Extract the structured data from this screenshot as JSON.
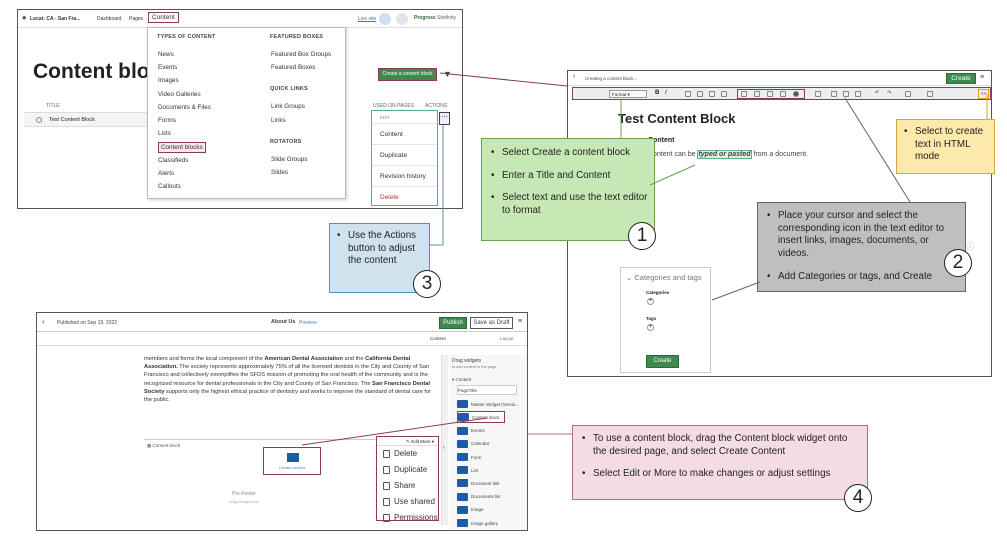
{
  "panel1": {
    "nav": {
      "location": "Locat: CA - San Fra...",
      "dashboard": "Dashboard",
      "pages": "Pages",
      "content": "Content",
      "live_site": "Live site",
      "brand": "Progress",
      "brand_suffix": "Sitefinity"
    },
    "page_title": "Content block",
    "menu_types_header": "TYPES OF CONTENT",
    "menu_types": [
      "News",
      "Events",
      "Images",
      "Video Galleries",
      "Documents & Files",
      "Forms",
      "Lists",
      "Content blocks",
      "Classifieds",
      "Alerts",
      "Callouts"
    ],
    "menu_featured_header": "FEATURED BOXES",
    "menu_featured": [
      "Featured Box Groups",
      "Featured Boxes"
    ],
    "menu_quick_header": "QUICK LINKS",
    "menu_quick": [
      "Link Groups",
      "Links"
    ],
    "menu_rotators_header": "ROTATORS",
    "menu_rotators": [
      "Slide Groups",
      "Slides"
    ],
    "create_button": "Create a content block",
    "col_title": "TITLE",
    "col_used": "USED ON PAGES",
    "col_actions": "ACTIONS",
    "row_title": "Test Content Block",
    "actions_edit": "EDIT",
    "actions": [
      "Content",
      "Duplicate",
      "Revision history",
      "Delete"
    ]
  },
  "panel2": {
    "breadcrumb": "Creating a content block...",
    "create_label": "Create",
    "format_label": "Format",
    "doc_title": "Test Content Block",
    "content_label": "Content",
    "content_text_before": "Content can be ",
    "content_text_highlight": "typed or pasted",
    "content_text_after": " from a document.",
    "cat_header": "Categories and tags",
    "categories_label": "Categories",
    "tags_label": "Tags",
    "create_button": "Create"
  },
  "panel4": {
    "published": "Published on Sep 19, 2022",
    "page_name": "About Us",
    "preview": "Preview",
    "publish": "Publish",
    "save_draft": "Save as Draft",
    "tab_content": "Content",
    "tab_layout": "Layout",
    "para_1a": "members and forms the local component of the ",
    "para_1b": "American Dental Association",
    "para_1c": " and the ",
    "para_1d": "California Dental Association.",
    "para_2": " The society represents approximately 75% of all the licensed dentists in the City and County of San Francisco and collectively exemplifies the SFDS mission of promoting the oral health of the community and is the recognized resource for dental professionals in the City and County of San Francisco. The ",
    "para_3": "San Francisco Dental Society",
    "para_4": " supports only the highest ethical practice of dentistry and works to improve the standard of dental care for the public.",
    "widget_label": "Content block",
    "create_content": "Create content",
    "prefooter": "Pre-Footer",
    "drag_here": "Drag widget here",
    "edit_label": "Edit",
    "more_label": "More",
    "more_items": [
      "Delete",
      "Duplicate",
      "Share",
      "Use shared",
      "Permissions"
    ],
    "drag_widgets": "Drag widgets",
    "drag_widgets_sub": "to add content to the page",
    "content_group": "Content",
    "widgets": [
      "PageTitle",
      "Master Widget (Versio...",
      "Content block",
      "Events",
      "Calendar",
      "Form",
      "List",
      "Document link",
      "Documents list",
      "Image",
      "Image gallery"
    ]
  },
  "callouts": {
    "c1": [
      "Select Create a content block",
      "Enter a Title and Content",
      "Select text and use the text editor to format"
    ],
    "c2": [
      "Place your cursor and select the corresponding icon in the text editor to insert links, images, documents, or videos.",
      "Add Categories or tags, and Create"
    ],
    "c3": "Use the Actions button to adjust the content",
    "c4": [
      "To use a content block, drag the Content block widget onto the desired page, and select Create Content",
      "Select Edit or More to make changes or adjust settings"
    ],
    "c5": "Select to create text in HTML mode",
    "n1": "1",
    "n2": "2",
    "n3": "3",
    "n4": "4"
  },
  "colors": {
    "green_callout": "#c6e8b5",
    "gray_callout": "#bfbfbf",
    "blue_callout": "#cfe2ee",
    "yellow_callout": "#fde9a9",
    "pink_callout": "#f3dde3",
    "accent": "#8b3a5a",
    "green_button": "#3e8a4e"
  }
}
